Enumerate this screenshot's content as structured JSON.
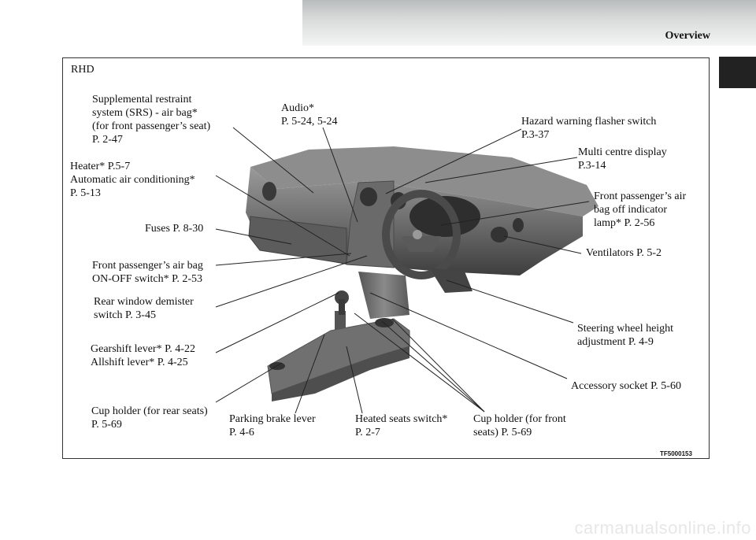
{
  "header": {
    "section_title": "Overview"
  },
  "figure": {
    "variant": "RHD",
    "code": "TF5000153",
    "labels": {
      "srs_airbag": "Supplemental restraint\nsystem (SRS) - air bag*\n(for front passenger’s seat)\nP. 2-47",
      "audio": "Audio*\nP. 5-24, 5-24",
      "hazard": "Hazard warning flasher switch\nP.3-37",
      "multi_display": "Multi centre display\nP.3-14",
      "heater": "Heater* P.5-7\nAutomatic air conditioning*\nP. 5-13",
      "airbag_off_lamp": "Front passenger’s air\nbag off indicator\nlamp* P. 2-56",
      "fuses": "Fuses P. 8-30",
      "ventilators": "Ventilators P. 5-2",
      "airbag_onoff": "Front passenger’s air bag\nON-OFF switch* P. 2-53",
      "rear_demister": "Rear window demister\nswitch P. 3-45",
      "steering_height": "Steering wheel height\nadjustment P. 4-9",
      "gearshift": "Gearshift lever* P. 4-22\nAllshift lever* P. 4-25",
      "accessory_socket": "Accessory socket P. 5-60",
      "cup_rear": "Cup holder (for rear seats)\nP. 5-69",
      "parking_brake": "Parking brake lever\nP. 4-6",
      "heated_seats": "Heated seats switch*\nP. 2-7",
      "cup_front": "Cup holder (for front\nseats) P. 5-69"
    }
  },
  "footer": {
    "watermark": "carmanualsonline.info"
  }
}
